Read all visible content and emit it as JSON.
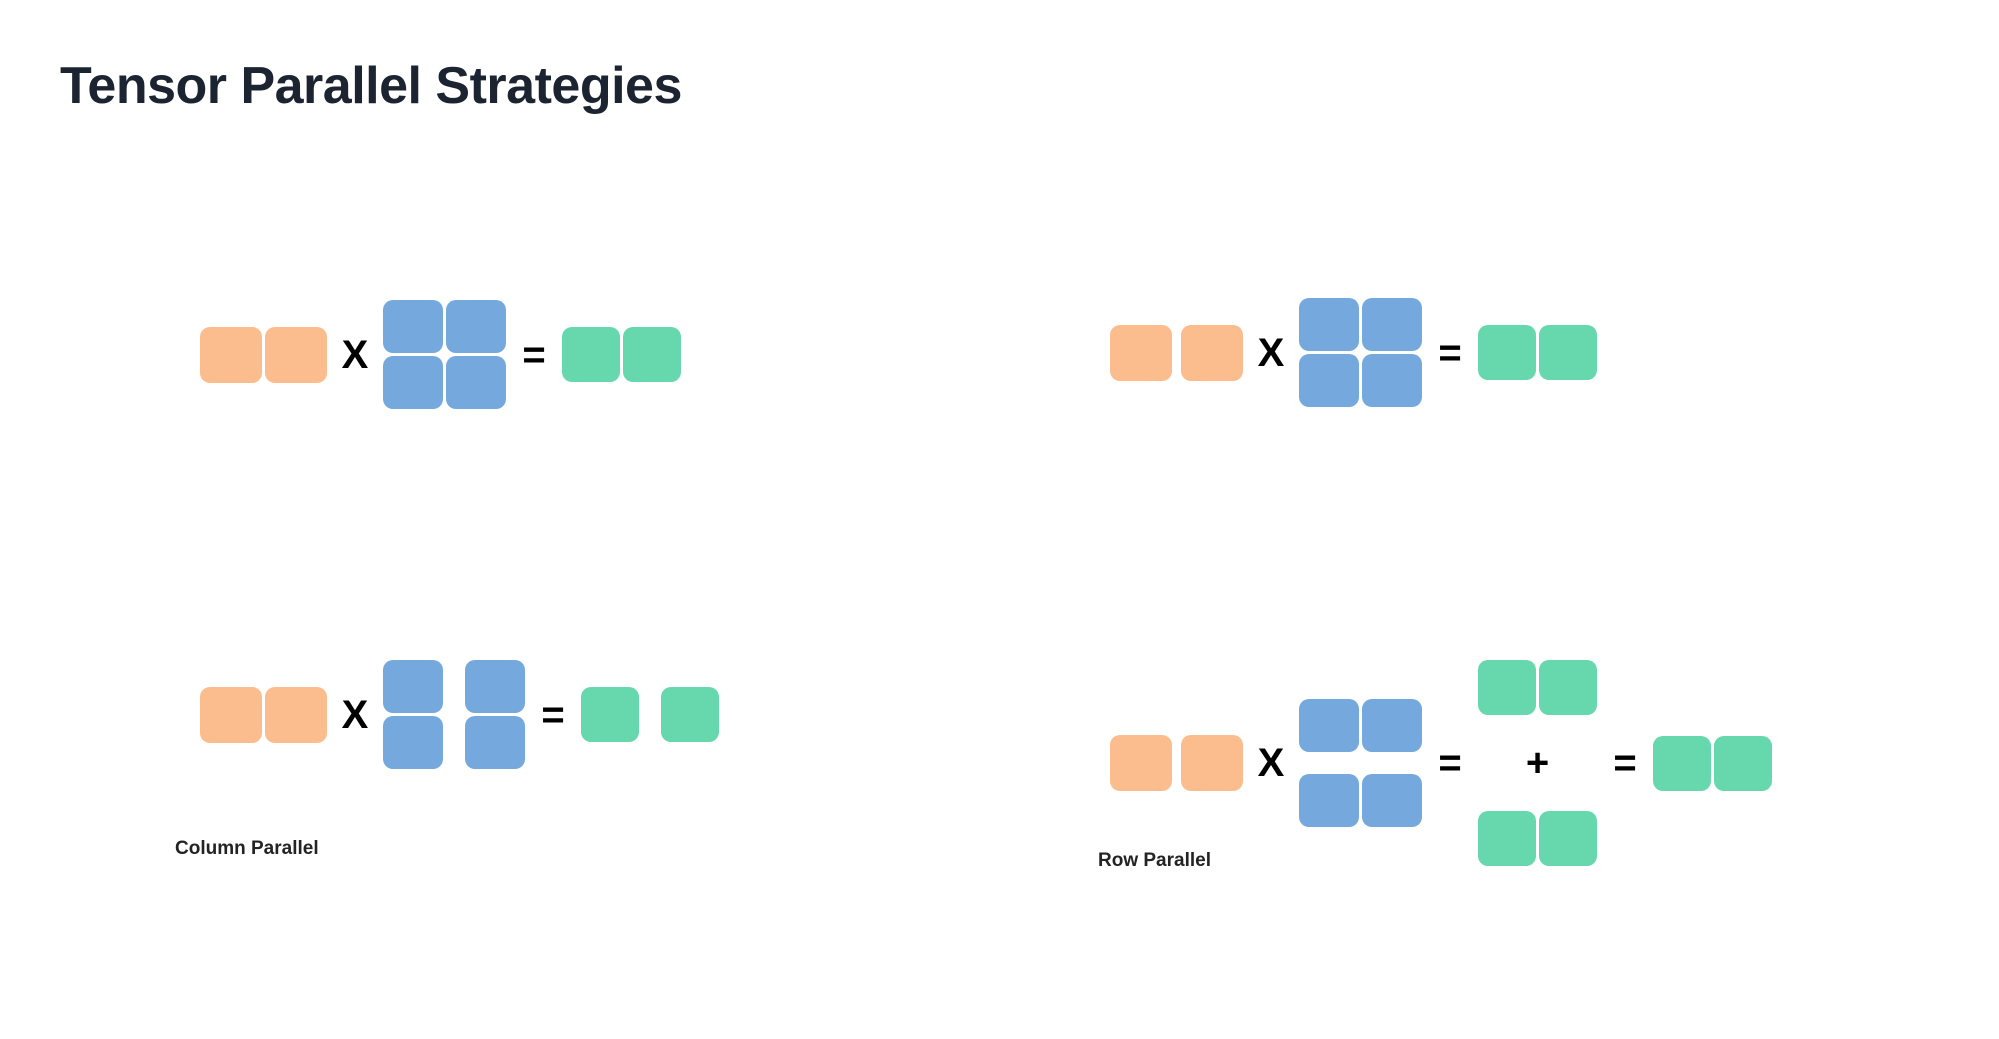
{
  "slide": {
    "title": "Tensor Parallel Strategies",
    "background_color": "#ffffff"
  },
  "colors": {
    "title": "#1b2430",
    "input_orange": "#fbbd8d",
    "weight_blue": "#75a9de",
    "output_green": "#67d7ad",
    "operator": "#000000",
    "caption": "#232323"
  },
  "operators": {
    "multiply": "X",
    "equals": "=",
    "plus": "+"
  },
  "diagrams": {
    "column_parallel": {
      "caption": "Column Parallel",
      "top_equation": {
        "input": {
          "rows": 1,
          "cols": 2,
          "color": "input_orange",
          "split": "none"
        },
        "weight": {
          "rows": 2,
          "cols": 2,
          "color": "weight_blue",
          "split": "none"
        },
        "output": {
          "rows": 1,
          "cols": 2,
          "color": "output_green",
          "split": "none"
        }
      },
      "bottom_equation": {
        "input": {
          "rows": 1,
          "cols": 2,
          "color": "input_orange",
          "split": "none"
        },
        "weight": {
          "rows": 2,
          "cols": 2,
          "color": "weight_blue",
          "split": "columns"
        },
        "output": {
          "rows": 1,
          "cols": 2,
          "color": "output_green",
          "split": "columns"
        }
      }
    },
    "row_parallel": {
      "caption": "Row Parallel",
      "top_equation": {
        "input": {
          "rows": 1,
          "cols": 2,
          "color": "input_orange",
          "split": "none"
        },
        "weight": {
          "rows": 2,
          "cols": 2,
          "color": "weight_blue",
          "split": "none"
        },
        "output": {
          "rows": 1,
          "cols": 2,
          "color": "output_green",
          "split": "none"
        }
      },
      "bottom_equation": {
        "input": {
          "rows": 1,
          "cols": 2,
          "color": "input_orange",
          "split": "columns"
        },
        "weight": {
          "rows": 2,
          "cols": 2,
          "color": "weight_blue",
          "split": "rows"
        },
        "partial_outputs": [
          {
            "rows": 1,
            "cols": 2,
            "color": "output_green"
          },
          {
            "rows": 1,
            "cols": 2,
            "color": "output_green"
          }
        ],
        "final_output": {
          "rows": 1,
          "cols": 2,
          "color": "output_green"
        }
      }
    }
  }
}
